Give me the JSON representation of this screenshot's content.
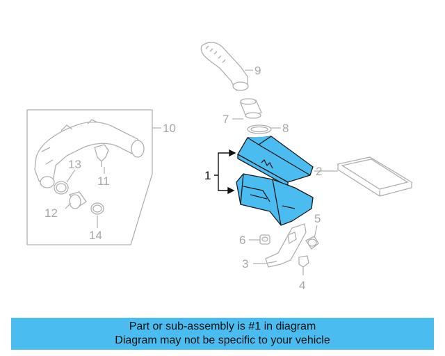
{
  "callouts": {
    "c1": "1",
    "c2": "2",
    "c3": "3",
    "c4": "4",
    "c5": "5",
    "c6": "6",
    "c7": "7",
    "c8": "8",
    "c9": "9",
    "c10": "10",
    "c11": "11",
    "c12": "12",
    "c13": "13",
    "c14": "14"
  },
  "colors": {
    "highlight": "#4bbcf0",
    "line": "#b0b0b0"
  },
  "banner": {
    "line1": "Part or sub-assembly is #1 in diagram",
    "line2": "Diagram may not be specific to your vehicle"
  }
}
